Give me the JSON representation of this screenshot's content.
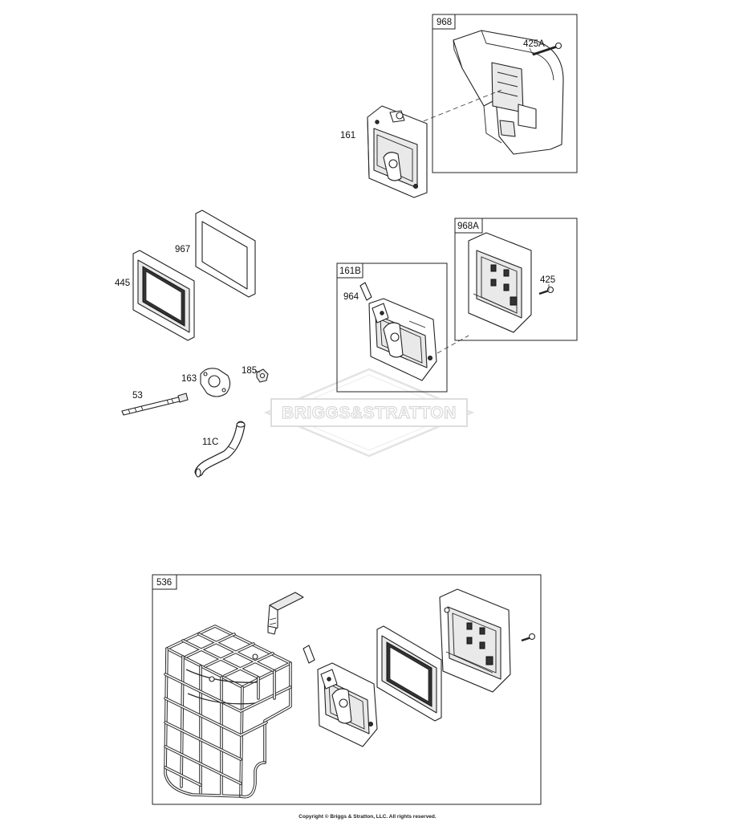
{
  "labels": {
    "p968": "968",
    "p425a": "425A",
    "p161": "161",
    "p968a": "968A",
    "p425": "425",
    "p161b": "161B",
    "p964": "964",
    "p967": "967",
    "p445": "445",
    "p163": "163",
    "p185": "185",
    "p53": "53",
    "p11c": "11C",
    "p536": "536"
  },
  "watermark": "BRIGGS&STRATTON",
  "copyright": "Copyright © Briggs & Stratton, LLC. All rights reserved."
}
